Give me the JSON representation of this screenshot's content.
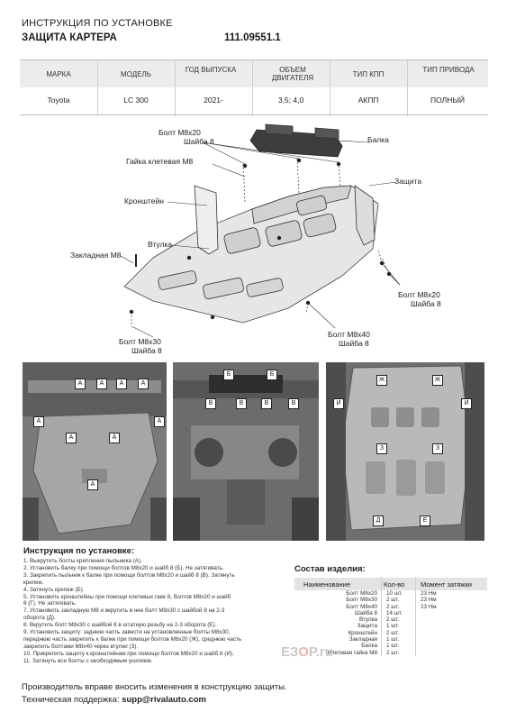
{
  "header": {
    "line1": "ИНСТРУКЦИЯ ПО УСТАНОВКЕ",
    "line2": "ЗАЩИТА КАРТЕРА",
    "code": "111.09551.1"
  },
  "spec_table": {
    "headers": [
      "МАРКА",
      "МОДЕЛЬ",
      "ГОД ВЫПУСКА",
      "ОБЪЕМ ДВИГАТЕЛЯ",
      "ТИП КПП",
      "ТИП ПРИВОДА"
    ],
    "values": [
      "Toyota",
      "LC 300",
      "2021-",
      "3,5; 4,0",
      "АКПП",
      "ПОЛНЫЙ"
    ]
  },
  "diagram_labels": {
    "bolt_top_1": "Болт М8х20",
    "washer_top_1": "Шайба 8",
    "nut": "Гайка клетевая М8",
    "bracket": "Кронштейн",
    "bushing": "Втулка",
    "embed": "Закладная М8",
    "beam": "Балка",
    "guard": "Защита",
    "bolt_right": "Болт М8х20",
    "washer_right": "Шайба 8",
    "bolt_m8x40": "Болт М8х40",
    "washer_m8x40": "Шайба 8",
    "bolt_m8x30": "Болт М8х30",
    "washer_m8x30": "Шайба 8"
  },
  "instructions": {
    "title": "Инструкция по установке:",
    "items": [
      "1. Выкрутить болты крепления пыльника (А).",
      "2. Установить балку при помощи болтов М8х20 и шайб 8 (Б). Не затягивать.",
      "3. Закрепить пыльник к балке при помощи болтов М8х20 и шайб 8 (В). Затянуть",
      "крепеж.",
      "4. Затянуть крепеж (Б).",
      "5. Установить кронштейны при помощи клетевых гаек 8, болтов М8х20 и шайб",
      "8 (Г). Не затягивать.",
      "7. Установить закладную М8 и вкрутить в нее болт М8х30 с шайбой 8 на 2-3",
      "оборота (Д).",
      "8. Вкрутить болт М8х30 с шайбой 8 в штатную резьбу на 2-3 оборота (Е).",
      "9. Установить защиту: заднюю часть завести на установленные болты М8х30,",
      "переднюю часть закрепить к балке при помощи болтов М8х20 (Ж), среднюю часть",
      "закрепить болтами М8х40 через втулки (З).",
      "10. Прикрепить защиту к кронштейнам при помощи болтов М8х20 и шайб 8 (И).",
      "11. Затянуть все болты с необходимым усилием."
    ]
  },
  "composition": {
    "title": "Состав изделия:",
    "headers": [
      "Наименование",
      "Кол-во",
      "Момент затяжки"
    ],
    "rows": [
      {
        "name": "Болт М8х20",
        "qty": "10 шт.",
        "torque": "23 Нм"
      },
      {
        "name": "Болт М8х30",
        "qty": "2 шт.",
        "torque": "23 Нм"
      },
      {
        "name": "Болт М8х40",
        "qty": "2 шт.",
        "torque": "23 Нм"
      },
      {
        "name": "Шайба 8",
        "qty": "14 шт.",
        "torque": ""
      },
      {
        "name": "Втулка",
        "qty": "2 шт.",
        "torque": ""
      },
      {
        "name": "Защита",
        "qty": "1 шт.",
        "torque": ""
      },
      {
        "name": "Кронштейн",
        "qty": "2 шт.",
        "torque": ""
      },
      {
        "name": "Закладная",
        "qty": "1 шт.",
        "torque": ""
      },
      {
        "name": "Балка",
        "qty": "1 шт.",
        "torque": ""
      },
      {
        "name": "Клетевая гайка М8",
        "qty": "2 шт.",
        "torque": ""
      }
    ]
  },
  "photo_markers": {
    "photo1": [
      "А",
      "А",
      "А",
      "А",
      "А",
      "А",
      "А",
      "А",
      "А"
    ],
    "photo2": [
      "Б",
      "Б",
      "В",
      "В",
      "В",
      "В"
    ],
    "photo3": [
      "Ж",
      "Ж",
      "И",
      "И",
      "З",
      "З",
      "Д",
      "Е"
    ]
  },
  "footer": {
    "line1": "Производитель вправе вносить изменения в конструкцию защиты.",
    "support_label": "Техническая поддержка:",
    "support_email": "supp@rivalauto.com"
  },
  "watermark": {
    "site_main": "ЕЗ",
    "site_o": "О",
    "site_rest": "Р.ru"
  }
}
